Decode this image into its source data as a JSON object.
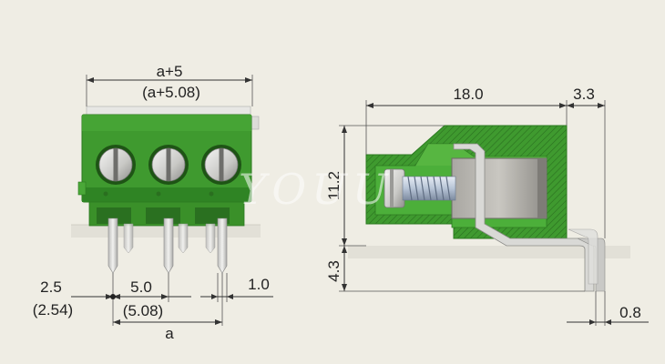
{
  "watermark": "YOUU",
  "front_view": {
    "top_dim_primary": "a+5",
    "top_dim_secondary": "(a+5.08)",
    "left_dim_primary": "2.5",
    "left_dim_secondary": "(2.54)",
    "pitch_primary": "5.0",
    "pitch_secondary": "(5.08)",
    "pin_width": "1.0",
    "bottom_dim": "a",
    "pole_count": 3
  },
  "side_view": {
    "length": "18.0",
    "overhang": "3.3",
    "height": "11.2",
    "pin_length": "4.3",
    "pin_thickness": "0.8"
  },
  "colors": {
    "housing": "#3f9a2f",
    "housing_dark": "#2c7a21",
    "housing_light": "#6cc24f",
    "metal": "#c8c8c6",
    "background": "#efede4"
  }
}
